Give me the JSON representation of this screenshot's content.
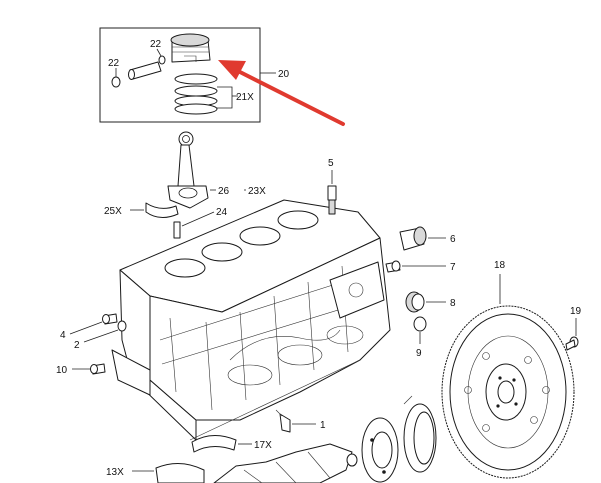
{
  "labels": {
    "c22a": "22",
    "c22b": "22",
    "c20": "20",
    "c21": "21X",
    "c5": "5",
    "c26": "26",
    "c23": "23X",
    "c25": "25X",
    "c24": "24",
    "c6": "6",
    "c7": "7",
    "c18": "18",
    "c8": "8",
    "c19": "19",
    "c4": "4",
    "c2": "2",
    "c9": "9",
    "c10": "10",
    "c1": "1",
    "c17": "17X",
    "c13": "13X"
  },
  "colors": {
    "callout_arrow": "#e03a2f",
    "line_art": "#1a1a1a",
    "background": "#ffffff"
  }
}
